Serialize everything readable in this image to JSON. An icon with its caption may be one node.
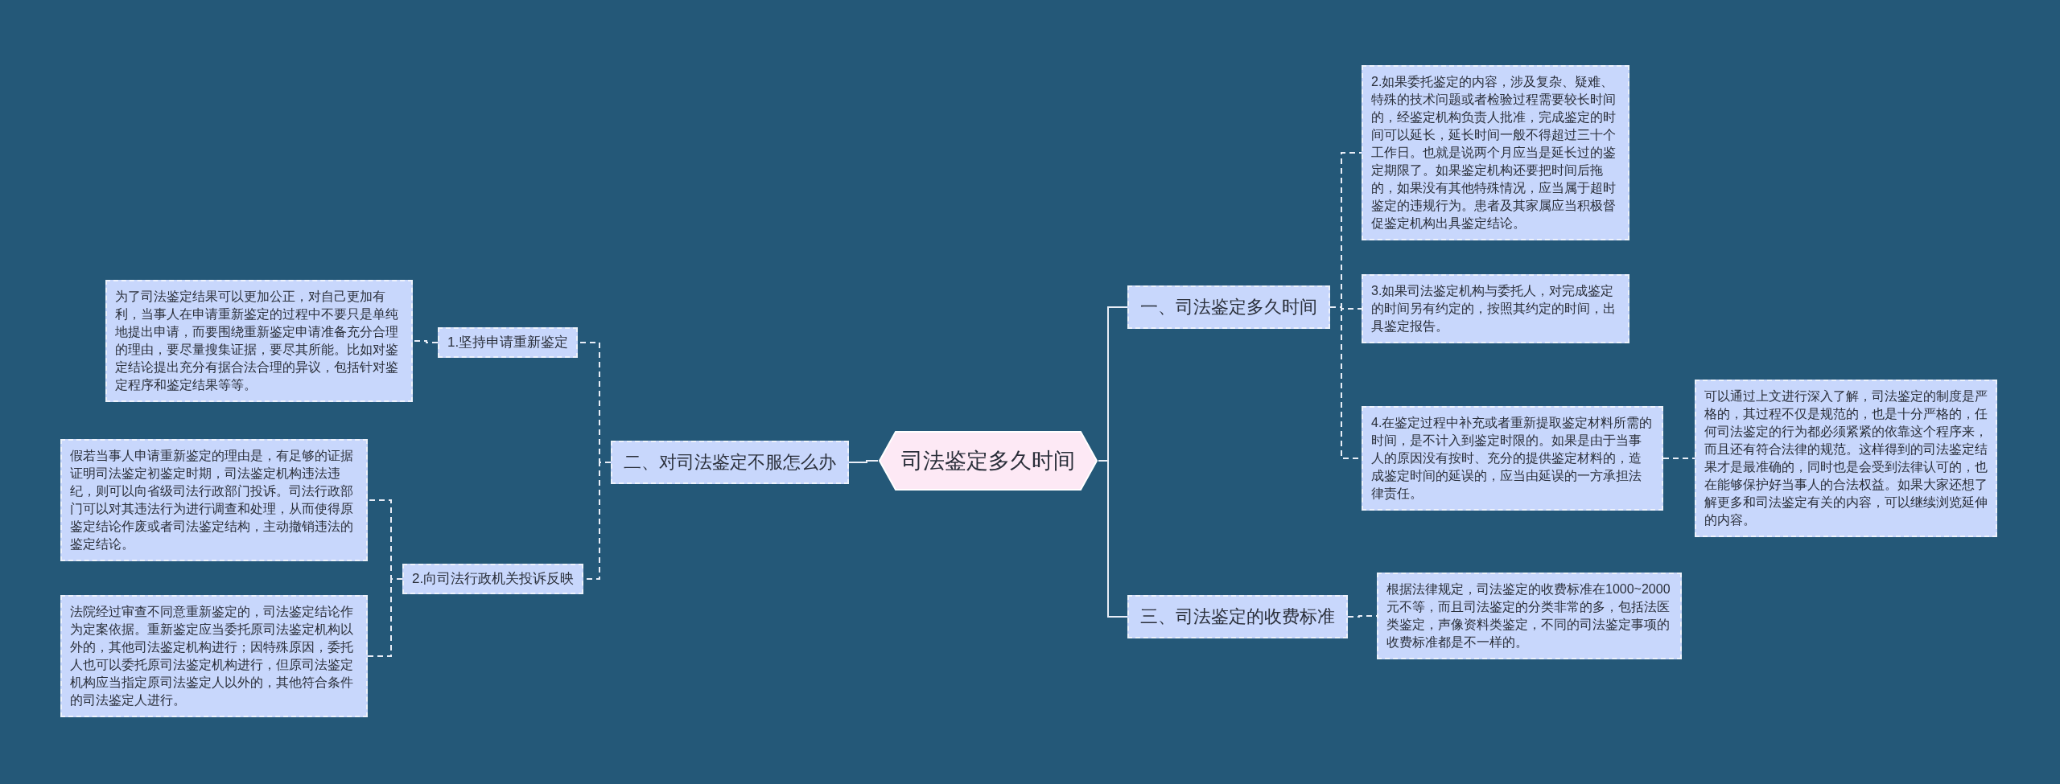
{
  "diagram": {
    "nodes": [
      {
        "text": [
          "司法鉴定多久时间"
        ]
      },
      {
        "text": [
          "一、司法鉴定多久时间"
        ]
      },
      {
        "text": [
          "2.如果委托鉴定的内容，涉及复杂、疑难、特殊的技术问题或者检验过程需要较长时间的，经鉴定机构负责人批准，完成鉴定的时间可以延长，延长时间一般不得超过三十个工作日。也就是说两个月应当是延长过的鉴定期限了。如果鉴定机构还要把时间后拖的，如果没有其他特殊情况，应当属于超时鉴定的违规行为。患者及其家属应当积极督促鉴定机构出具鉴定结论。"
        ]
      },
      {
        "text": [
          "3.如果司法鉴定机构与委托人，对完成鉴定的时间另有约定的，按照其约定的时间，出具鉴定报告。"
        ]
      },
      {
        "text": [
          "4.在鉴定过程中补充或者重新提取鉴定材料所需的时间，是不计入到鉴定时限的。如果是由于当事人的原因没有按时、充分的提供鉴定材料的，造成鉴定时间的延误的，应当由延误的一方承担法律责任。"
        ]
      },
      {
        "text": [
          "可以通过上文进行深入了解，司法鉴定的制度是严格的，其过程不仅是规范的，也是十分严格的，任何司法鉴定的行为都必须紧紧的依靠这个程序来，而且还有符合法律的规范。这样得到的司法鉴定结果才是最准确的，同时也是会受到法律认可的，也在能够保护好当事人的合法权益。如果大家还想了解更多和司法鉴定有关的内容，可以继续浏览延伸的内容。"
        ]
      },
      {
        "text": [
          "三、司法鉴定的收费标准"
        ]
      },
      {
        "text": [
          "根据法律规定，司法鉴定的收费标准在1000~2000元不等，而且司法鉴定的分类非常的多，包括法医类鉴定，声像资料类鉴定，不同的司法鉴定事项的收费标准都是不一样的。"
        ]
      },
      {
        "text": [
          "二、对司法鉴定不服怎么办"
        ]
      },
      {
        "text": [
          "1.坚持申请重新鉴定"
        ]
      },
      {
        "text": [
          "为了司法鉴定结果可以更加公正，对自己更加有利，当事人在申请重新鉴定的过程中不要只是单纯地提出申请，而要围绕重新鉴定申请准备充分合理的理由，要尽量搜集证据，要尽其所能。比如对鉴定结论提出充分有据合法合理的异议，包括针对鉴定程序和鉴定结果等等。"
        ]
      },
      {
        "text": [
          "2.向司法行政机关投诉反映"
        ]
      },
      {
        "text": [
          "假若当事人申请重新鉴定的理由是，有足够的证据证明司法鉴定初鉴定时期，司法鉴定机构违法违纪，则可以向省级司法行政部门投诉。司法行政部门可以对其违法行为进行调查和处理，从而使得原鉴定结论作废或者司法鉴定结构，主动撤销违法的鉴定结论。"
        ]
      },
      {
        "text": [
          "法院经过审查不同意重新鉴定的，司法鉴定结论作为定案依据。重新鉴定应当委托原司法鉴定机构以外的，其他司法鉴定机构进行；因特殊原因，委托人也可以委托原司法鉴定机构进行，但原司法鉴定机构应当指定原司法鉴定人以外的，其他符合条件的司法鉴定人进行。"
        ]
      }
    ],
    "edges": [
      {
        "from": 0,
        "to": 1,
        "arrow": "none"
      },
      {
        "from": 1,
        "to": 2,
        "arrow": "none",
        "style": "dashed"
      },
      {
        "from": 1,
        "to": 3,
        "arrow": "none",
        "style": "dashed"
      },
      {
        "from": 1,
        "to": 4,
        "arrow": "none",
        "style": "dashed"
      },
      {
        "from": 4,
        "to": 5,
        "arrow": "none",
        "style": "dashed"
      },
      {
        "from": 0,
        "to": 6,
        "arrow": "none"
      },
      {
        "from": 6,
        "to": 7,
        "arrow": "none",
        "style": "dashed"
      },
      {
        "from": 0,
        "to": 8,
        "arrow": "none"
      },
      {
        "from": 8,
        "to": 9,
        "arrow": "none",
        "style": "dashed"
      },
      {
        "from": 9,
        "to": 10,
        "arrow": "none",
        "style": "dashed"
      },
      {
        "from": 8,
        "to": 11,
        "arrow": "none",
        "style": "dashed"
      },
      {
        "from": 11,
        "to": 12,
        "arrow": "none",
        "style": "dashed"
      },
      {
        "from": 11,
        "to": 13,
        "arrow": "none",
        "style": "dashed"
      }
    ]
  }
}
